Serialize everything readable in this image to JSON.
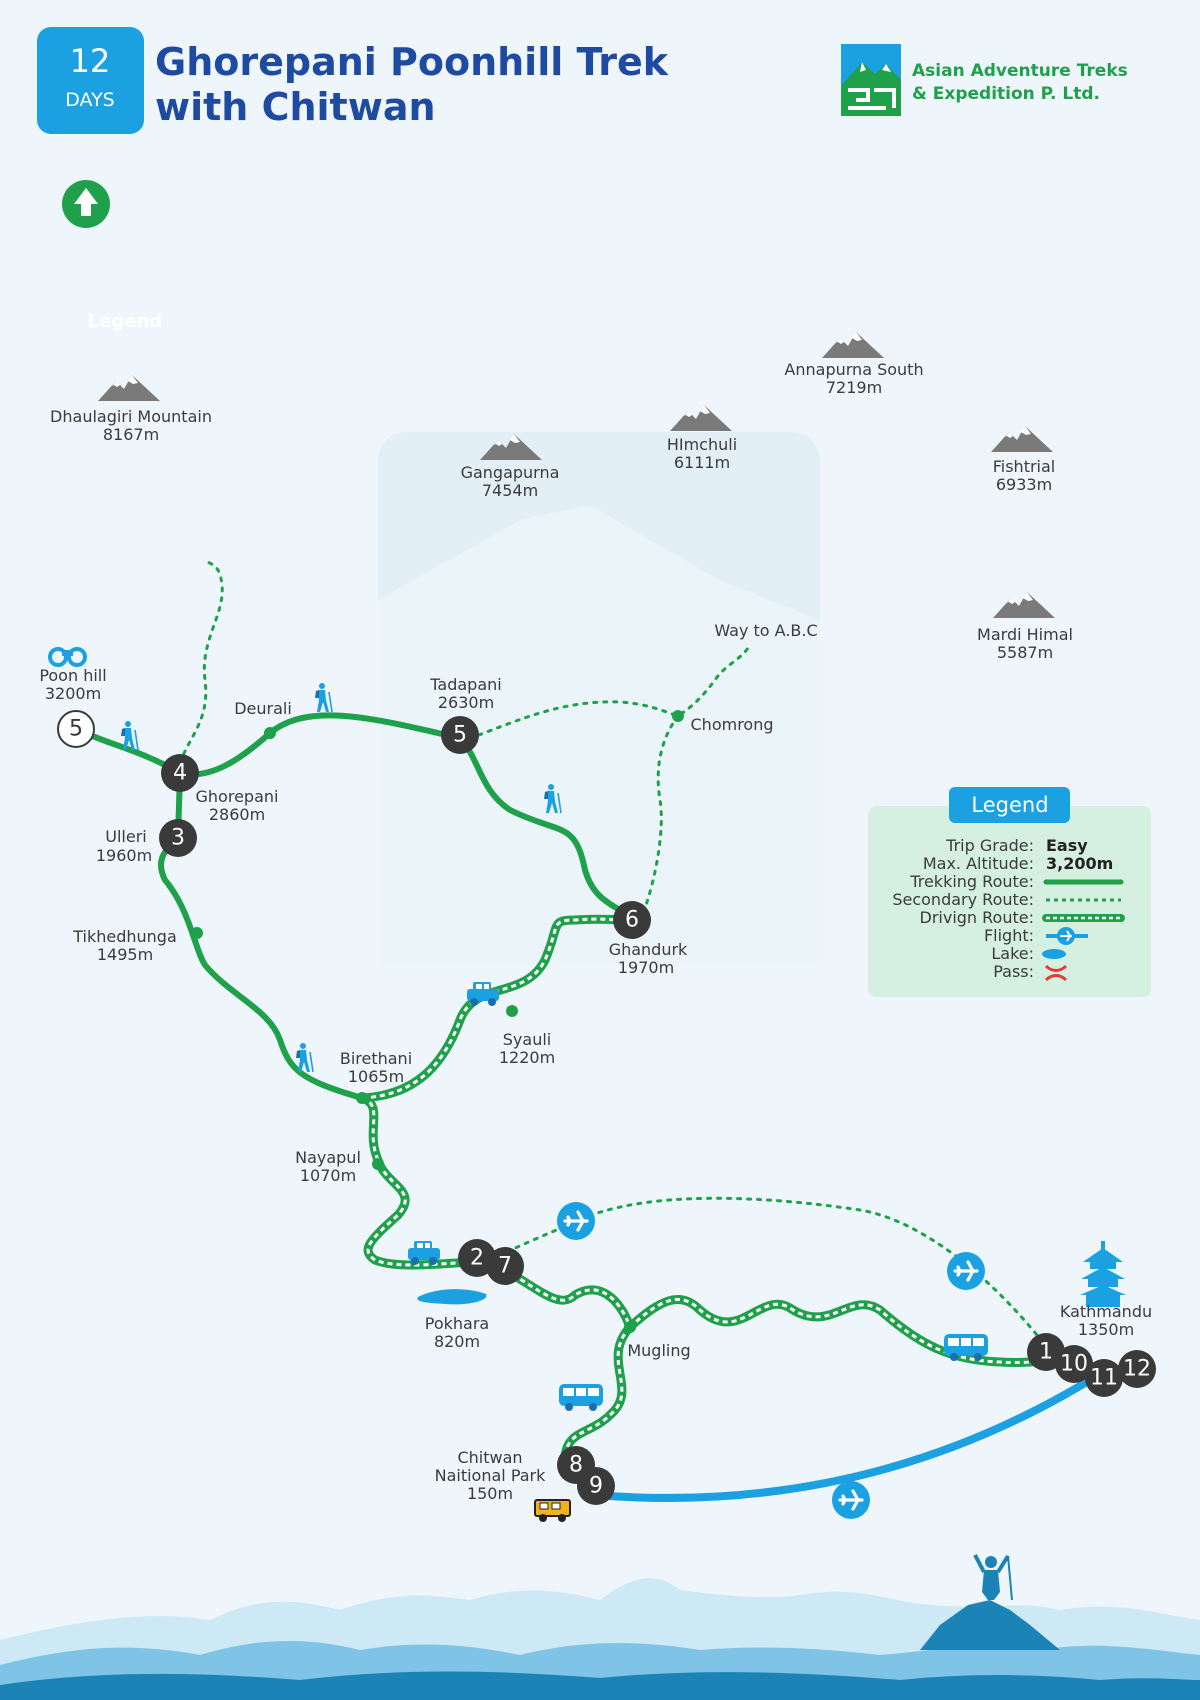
{
  "header": {
    "days_number": "12",
    "days_label": "DAYS",
    "title_line1": "Ghorepani Poonhill Trek",
    "title_line2": "with Chitwan"
  },
  "company": {
    "line1": "Asian Adventure Treks",
    "line2": "& Expedition P. Ltd."
  },
  "compass_icon": "north-arrow-icon",
  "watermark_text": "Legend",
  "mountains": [
    {
      "name": "Dhaulagiri Mountain",
      "alt": "8167m"
    },
    {
      "name": "Gangapurna",
      "alt": "7454m"
    },
    {
      "name": "HImchuli",
      "alt": "6111m"
    },
    {
      "name": "Annapurna South",
      "alt": "7219m"
    },
    {
      "name": "Fishtrial",
      "alt": "6933m"
    },
    {
      "name": "Mardi Himal",
      "alt": "5587m"
    }
  ],
  "places": {
    "poonhill": {
      "name": "Poon hill",
      "alt": "3200m"
    },
    "deurali": {
      "name": "Deurali"
    },
    "tadapani": {
      "name": "Tadapani",
      "alt": "2630m"
    },
    "way_abc": {
      "name": "Way to A.B.C"
    },
    "chomrong": {
      "name": "Chomrong"
    },
    "ghorepani": {
      "name": "Ghorepani",
      "alt": "2860m"
    },
    "ulleri": {
      "name": "Ulleri",
      "alt": "1960m"
    },
    "tikhedhunga": {
      "name": "Tikhedhunga",
      "alt": "1495m"
    },
    "ghandurk": {
      "name": "Ghandurk",
      "alt": "1970m"
    },
    "birethani": {
      "name": "Birethani",
      "alt": "1065m"
    },
    "syauli": {
      "name": "Syauli",
      "alt": "1220m"
    },
    "nayapul": {
      "name": "Nayapul",
      "alt": "1070m"
    },
    "pokhara": {
      "name": "Pokhara",
      "alt": "820m"
    },
    "mugling": {
      "name": "Mugling"
    },
    "kathmandu": {
      "name": "Kathmandu",
      "alt": "1350m"
    },
    "chitwan": {
      "line1": "Chitwan",
      "line2": "Naitional Park",
      "alt": "150m"
    }
  },
  "stops": {
    "poonhill": "5",
    "ghorepani": "4",
    "ulleri": "3",
    "tadapani": "5",
    "ghandurk": "6",
    "pokhara_a": "2",
    "pokhara_b": "7",
    "kathmandu_a": "1",
    "kathmandu_b": "10",
    "kathmandu_c": "11",
    "kathmandu_d": "12",
    "chitwan_a": "8",
    "chitwan_b": "9"
  },
  "legend": {
    "title": "Legend",
    "trip_grade_label": "Trip Grade:",
    "trip_grade_value": "Easy",
    "max_alt_label": "Max. Altitude:",
    "max_alt_value": "3,200m",
    "trekking_label": "Trekking Route:",
    "secondary_label": "Secondary Route:",
    "driving_label": "Drivign Route:",
    "flight_label": "Flight:",
    "lake_label": "Lake:",
    "pass_label": "Pass:"
  },
  "colors": {
    "trek_green": "#1ea14a",
    "flight_blue": "#1ba1e2",
    "title_blue": "#1f4aa1",
    "stop_dark": "#3a3a3a",
    "legend_bg": "#d5f0e0"
  }
}
